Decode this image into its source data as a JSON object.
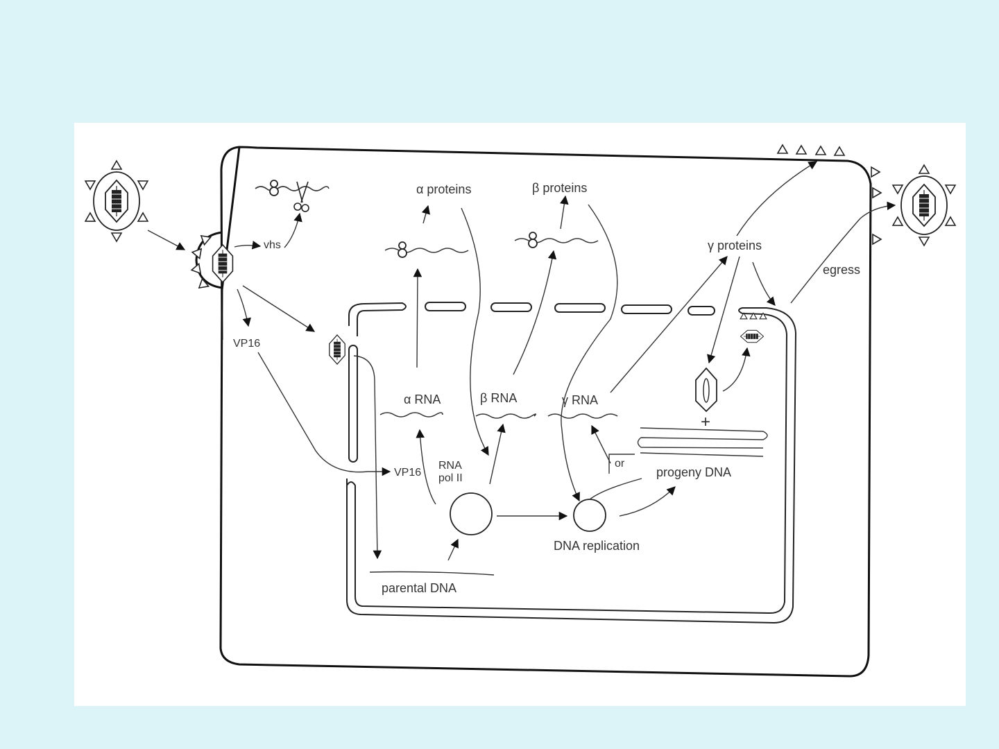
{
  "page": {
    "background": "#dcf4f8",
    "panel_background": "#ffffff"
  },
  "diagram": {
    "title": "HSV replication cycle",
    "labels": {
      "vhs": "vhs",
      "vp16_cytoplasm": "VP16",
      "vp16_nucleus": "VP16",
      "alpha_proteins": "α proteins",
      "beta_proteins": "β proteins",
      "gamma_proteins": "γ proteins",
      "egress": "egress",
      "alpha_rna": "α RNA",
      "beta_rna": "β RNA",
      "gamma_rna": "γ RNA",
      "rna_pol_line1": "RNA",
      "rna_pol_line2": "pol II",
      "or": "or",
      "progeny_dna": "progeny DNA",
      "dna_replication": "DNA replication",
      "parental_dna": "parental DNA",
      "plus": "+"
    },
    "icons": [
      "virion-icon",
      "capsid-icon",
      "scissors-icon",
      "mrna-ribosome-icon",
      "empty-capsid-icon",
      "circular-dna-icon"
    ]
  }
}
